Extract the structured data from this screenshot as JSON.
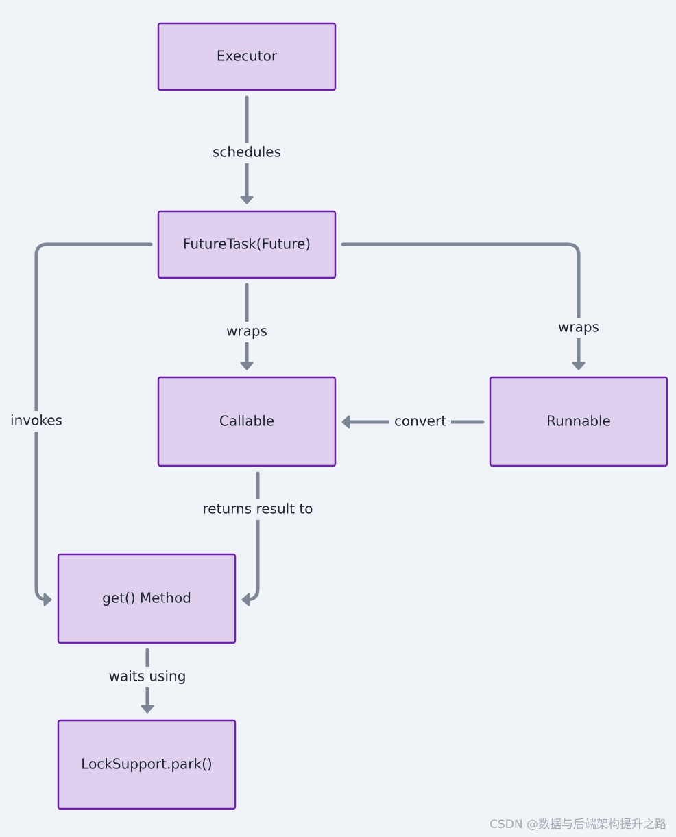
{
  "nodes": {
    "executor": "Executor",
    "futuretask": "FutureTask(Future)",
    "callable": "Callable",
    "runnable": "Runnable",
    "get_method": "get() Method",
    "locksupport": "LockSupport.park()"
  },
  "edges": {
    "schedules": "schedules",
    "wraps_callable": "wraps",
    "wraps_runnable": "wraps",
    "convert": "convert",
    "invokes": "invokes",
    "returns_result_to": "returns result to",
    "waits_using": "waits using"
  },
  "watermark": "CSDN @数据与后端架构提升之路",
  "colors": {
    "background": "#f0f3f7",
    "node_fill": "#dfd0ef",
    "node_border": "#6d22a8",
    "edge": "#7c8694",
    "text": "#1d2330"
  }
}
